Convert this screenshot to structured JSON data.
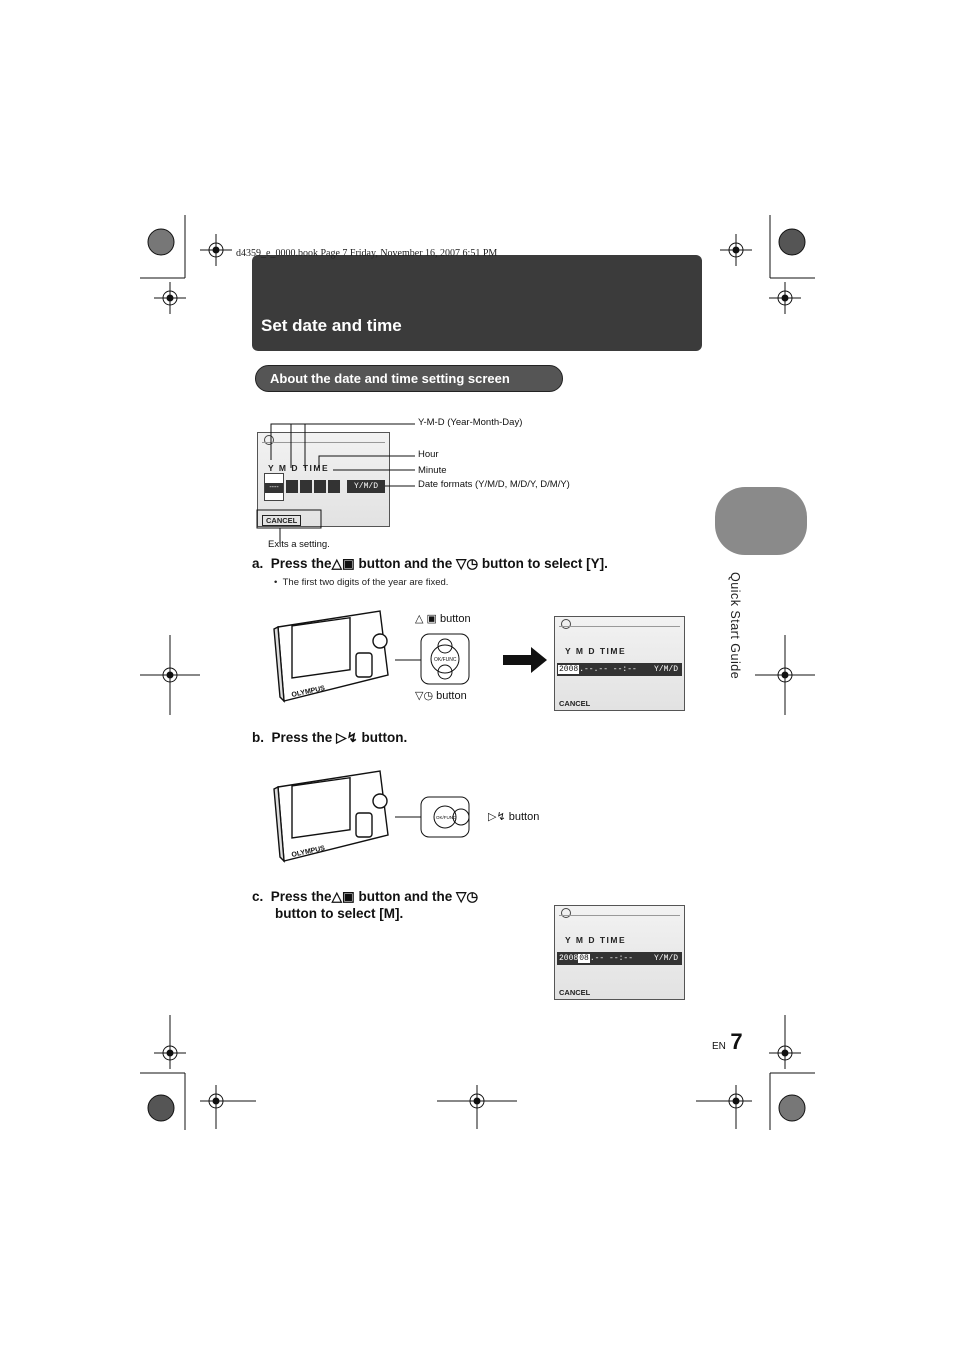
{
  "file_info": "d4359_e_0000.book  Page 7  Friday, November 16, 2007  6:51 PM",
  "header": {
    "title": "Set date and time"
  },
  "section": {
    "title": "About the date and time setting screen"
  },
  "side_tab": {
    "label": "Quick Start Guide"
  },
  "diagram": {
    "screen": {
      "headings": "Y   M   D   TIME",
      "year_value": "----",
      "format": "Y/M/D",
      "cancel": "CANCEL"
    },
    "callouts": {
      "ymd": "Y-M-D (Year-Month-Day)",
      "hour": "Hour",
      "minute": "Minute",
      "formats": "Date formats (Y/M/D, M/D/Y, D/M/Y)",
      "exits": "Exits a setting."
    }
  },
  "steps": {
    "a": {
      "letter": "a.",
      "pre": "Press the",
      "mid": " button and the ",
      "post": " button to select [Y].",
      "note": "The first two digits of the year are fixed.",
      "up_button_label": "button",
      "down_button_label": "button",
      "screen": {
        "headings": "Y   M   D   TIME",
        "year": "2008",
        "rest": ".--.--   --:--",
        "format": "Y/M/D",
        "cancel": "CANCEL"
      }
    },
    "b": {
      "letter": "b.",
      "pre": "Press the ",
      "post": " button.",
      "button_label": "button"
    },
    "c": {
      "letter": "c.",
      "pre": "Press the",
      "mid": " button and the ",
      "line2": "button to select [M].",
      "screen": {
        "headings": "Y   M   D   TIME",
        "year": "2008",
        "month": "08",
        "rest": ".--   --:--",
        "format": "Y/M/D",
        "cancel": "CANCEL"
      }
    }
  },
  "camera": {
    "brand": "OLYMPUS",
    "ok_label": "OK/FUNC"
  },
  "footer": {
    "lang": "EN",
    "page": "7"
  }
}
